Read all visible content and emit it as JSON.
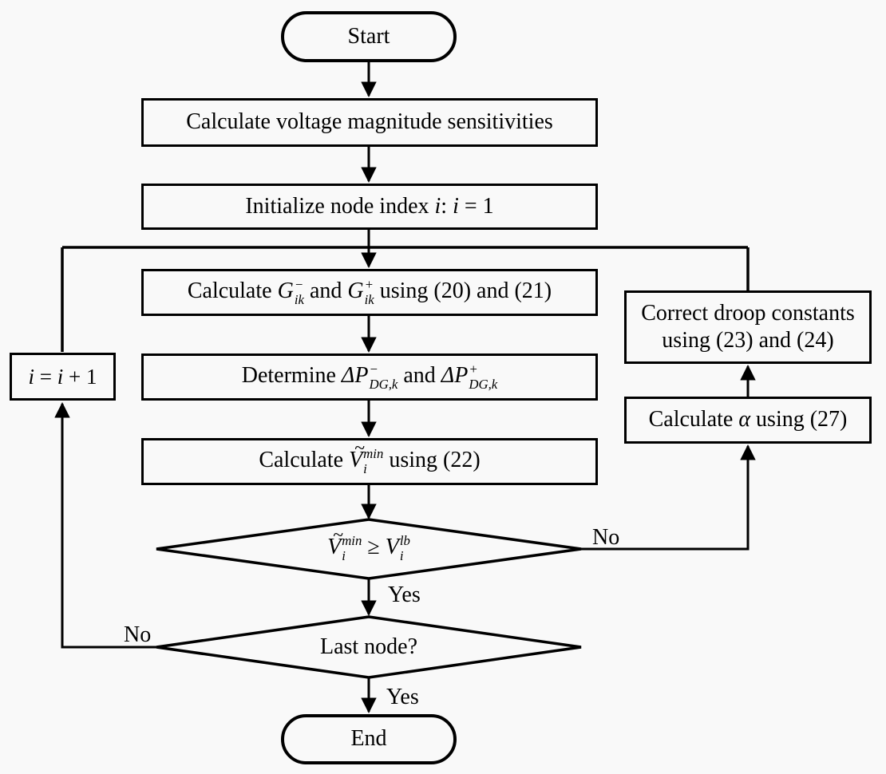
{
  "colors": {
    "line": "#000000",
    "background": "#f9f9f9",
    "text": "#000000"
  },
  "flowchart": {
    "nodes": {
      "start": {
        "segments": [
          {
            "t": "Start"
          }
        ]
      },
      "calc_sensitivities": {
        "segments": [
          {
            "t": "Calculate voltage magnitude sensitivities"
          }
        ]
      },
      "init_node_index": {
        "segments": [
          {
            "t": "Initialize node index "
          },
          {
            "t": "i",
            "i": true
          },
          {
            "t": ":  "
          },
          {
            "t": "i",
            "i": true
          },
          {
            "t": " = 1"
          }
        ]
      },
      "calc_g": {
        "segments": [
          {
            "t": "Calculate "
          },
          {
            "t": "G",
            "i": true,
            "sup": "−",
            "sub": "ik"
          },
          {
            "t": " and "
          },
          {
            "t": "G",
            "i": true,
            "sup": "+",
            "sub": "ik"
          },
          {
            "t": " using (20) and (21)"
          }
        ]
      },
      "determine_dp": {
        "segments": [
          {
            "t": "Determine "
          },
          {
            "t": "ΔP",
            "i": true,
            "sup": "−",
            "sub": "DG,k"
          },
          {
            "t": " and "
          },
          {
            "t": "ΔP",
            "i": true,
            "sup": "+",
            "sub": "DG,k"
          }
        ]
      },
      "calc_vmin": {
        "segments": [
          {
            "t": "Calculate "
          },
          {
            "t": "V",
            "i": true,
            "tilde": true,
            "sup": "min",
            "sub": "i"
          },
          {
            "t": " using (22)"
          }
        ]
      },
      "decision_vmin": {
        "segments": [
          {
            "t": "V",
            "i": true,
            "tilde": true,
            "sup": "min",
            "sub": "i"
          },
          {
            "t": "  ≥  "
          },
          {
            "t": "V",
            "i": true,
            "sup": "lb",
            "sub": "i"
          }
        ]
      },
      "decision_last_node": {
        "segments": [
          {
            "t": "Last node?"
          }
        ]
      },
      "increment_i": {
        "segments": [
          {
            "t": "i",
            "i": true
          },
          {
            "t": " = "
          },
          {
            "t": "i",
            "i": true
          },
          {
            "t": " + 1"
          }
        ]
      },
      "correct_droop": {
        "segments": [
          {
            "t": "Correct droop constants using (23) and (24)"
          }
        ]
      },
      "calc_alpha": {
        "segments": [
          {
            "t": "Calculate "
          },
          {
            "t": "α",
            "i": true
          },
          {
            "t": " using (27)"
          }
        ]
      },
      "end": {
        "segments": [
          {
            "t": "End"
          }
        ]
      }
    },
    "edge_labels": {
      "vmin_yes": "Yes",
      "vmin_no": "No",
      "last_yes": "Yes",
      "last_no": "No"
    }
  }
}
